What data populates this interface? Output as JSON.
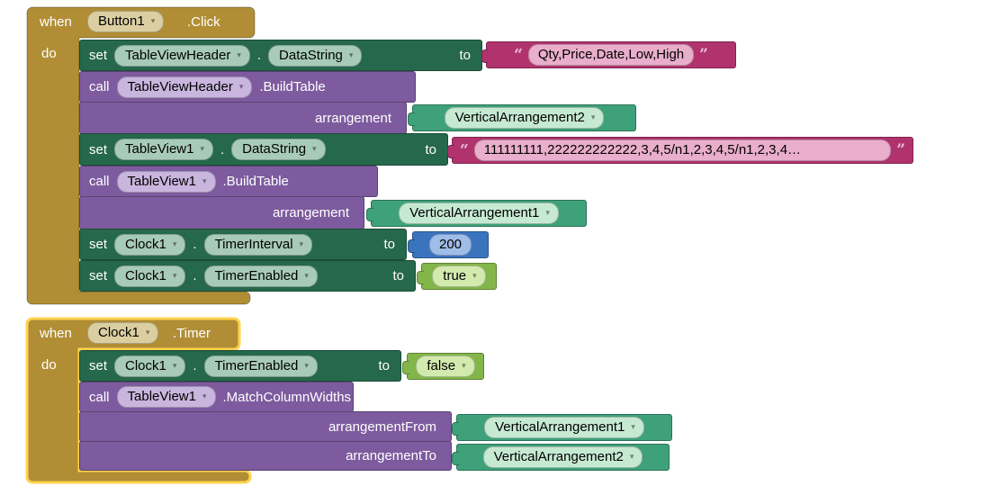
{
  "icons": {
    "dropdown_arrow": "▾",
    "open_quote": "“",
    "close_quote": "”"
  },
  "palette": {
    "event_block": "#B18E35",
    "event_dropdown": "#DBCFA2",
    "setter_block": "#26684B",
    "setter_dropdown": "#A8CBB8",
    "call_block": "#7D5B9E",
    "call_dropdown": "#C9B6DE",
    "component_block": "#3EA17A",
    "component_dropdown": "#C6E9D2",
    "text_block": "#B0336E",
    "text_field": "#E9AECB",
    "number_block": "#3A74BD",
    "number_field": "#A0BCE8",
    "logic_block": "#83B64A",
    "logic_field": "#D3EAAE",
    "selected_outline": "#FFD34D"
  },
  "keywords": {
    "when": "when",
    "do": "do",
    "set": "set",
    "call": "call",
    "to": "to",
    "dot": "."
  },
  "block1": {
    "component": "Button1",
    "event": ".Click",
    "set_header_datastring": {
      "component": "TableViewHeader",
      "property": "DataString",
      "value": "Qty,Price,Date,Low,High"
    },
    "call_header_buildtable": {
      "component": "TableViewHeader",
      "method": ".BuildTable",
      "param_label": "arrangement",
      "param_value": "VerticalArrangement2"
    },
    "set_table_datastring": {
      "component": "TableView1",
      "property": "DataString",
      "value": "111111111,222222222222,3,4,5/n1,2,3,4,5/n1,2,3,4…"
    },
    "call_table_buildtable": {
      "component": "TableView1",
      "method": ".BuildTable",
      "param_label": "arrangement",
      "param_value": "VerticalArrangement1"
    },
    "set_timer_interval": {
      "component": "Clock1",
      "property": "TimerInterval",
      "value": "200"
    },
    "set_timer_enabled": {
      "component": "Clock1",
      "property": "TimerEnabled",
      "value": "true"
    }
  },
  "block2": {
    "component": "Clock1",
    "event": ".Timer",
    "set_timer_enabled": {
      "component": "Clock1",
      "property": "TimerEnabled",
      "value": "false"
    },
    "call_match_widths": {
      "component": "TableView1",
      "method": ".MatchColumnWidths",
      "param1_label": "arrangementFrom",
      "param1_value": "VerticalArrangement1",
      "param2_label": "arrangementTo",
      "param2_value": "VerticalArrangement2"
    }
  }
}
